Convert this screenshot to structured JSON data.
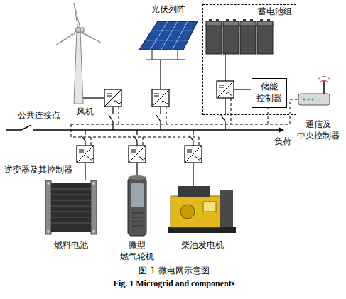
{
  "diagram": {
    "caption": "图 1 微电网示意图",
    "nodes": [
      {
        "text": [
          "蓄电池组"
        ]
      },
      {
        "text": [
          "储能 控制器"
        ],
        "in": 0
      }
    ],
    "labels": [
      "风机",
      "光伏列阵",
      "公共连接点",
      "通信及 中央控制器",
      "逆变器及其控制器",
      "负荷",
      "燃料电池",
      "微型 燃气轮机",
      "柴油发电机",
      "Fig. 1 Microgrid and components"
    ]
  }
}
